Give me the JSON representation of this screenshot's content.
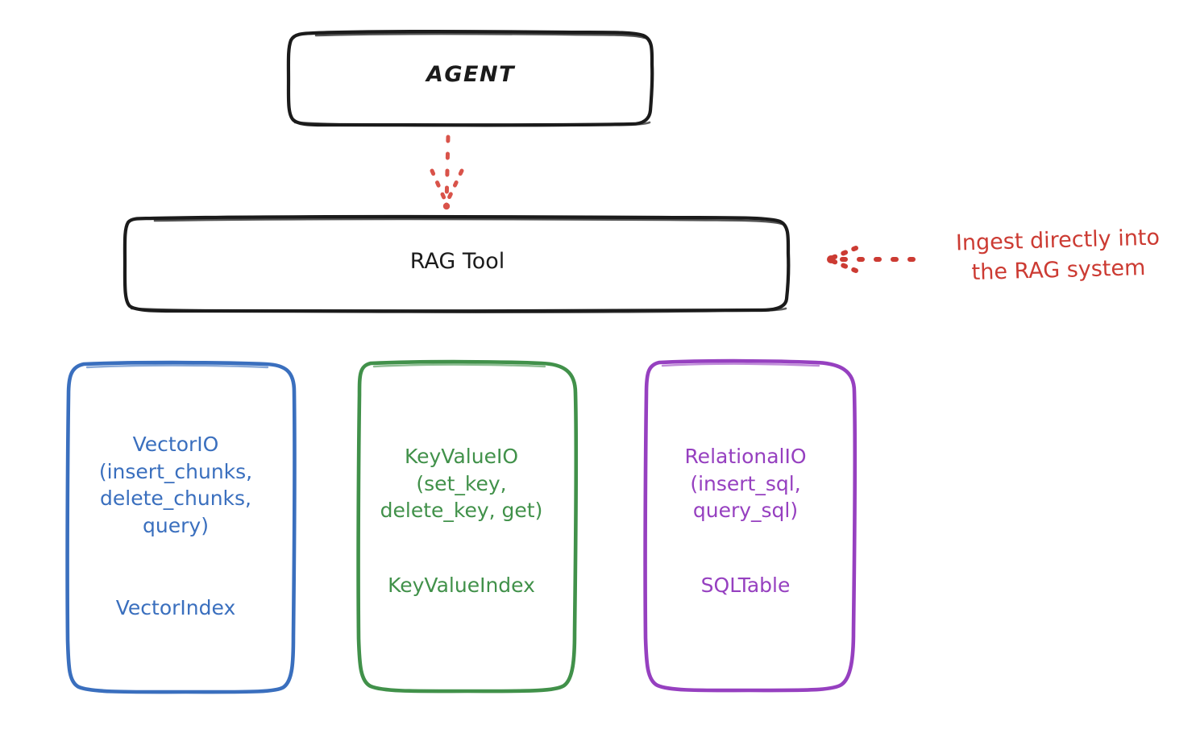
{
  "diagram": {
    "title": "RAG Tool architecture diagram",
    "background": "#ffffff",
    "nodes": {
      "agent": {
        "label": "AGENT",
        "stroke": "#1b1b1b",
        "fill": "#ffffff"
      },
      "rag_tool": {
        "label": "RAG Tool",
        "stroke": "#1b1b1b",
        "fill": "#ffffff"
      },
      "vector_io": {
        "label": "VectorIO\n(insert_chunks,\ndelete_chunks,\nquery)",
        "sub_label": "VectorIndex",
        "stroke": "#3a6fbe",
        "fill": "#ffffff"
      },
      "key_value_io": {
        "label": "KeyValueIO\n(set_key,\ndelete_key, get)",
        "sub_label": "KeyValueIndex",
        "stroke": "#41914a",
        "fill": "#ffffff"
      },
      "relational_io": {
        "label": "RelationalIO\n(insert_sql,\nquery_sql)",
        "sub_label": "SQLTable",
        "stroke": "#9640c0",
        "fill": "#ffffff"
      }
    },
    "connectors": {
      "agent_to_rag_tool": {
        "style": "dotted",
        "direction": "down",
        "color": "#d9534a"
      },
      "ingest_arrow": {
        "style": "dotted",
        "direction": "left",
        "color": "#cc3b33"
      }
    },
    "annotations": {
      "ingest": {
        "text": "Ingest directly into\nthe RAG system",
        "color": "#cc3b33"
      }
    }
  }
}
